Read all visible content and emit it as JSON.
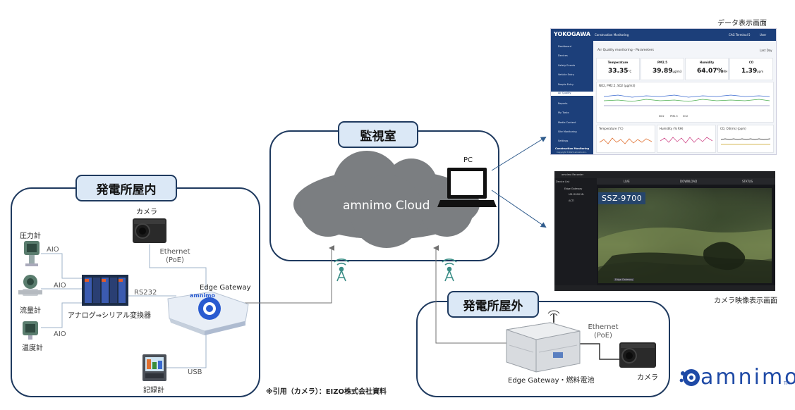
{
  "zones": {
    "plant_inside": "発電所屋内",
    "monitor_room": "監視室",
    "plant_outside": "発電所屋外"
  },
  "devices": {
    "camera_inside": "カメラ",
    "pressure_gauge": "圧力計",
    "flow_meter": "流量計",
    "thermometer": "温度計",
    "converter": "アナログ⇒シリアル変換器",
    "edge_gateway": "Edge Gateway",
    "recorder": "記録計",
    "pc": "PC",
    "cloud": "amnimo Cloud",
    "edge_gateway_fuel": "Edge Gateway・燃料電池",
    "camera_outside": "カメラ",
    "gateway_brand": "amnimo"
  },
  "links": {
    "aio_1": "AIO",
    "aio_2": "AIO",
    "aio_3": "AIO",
    "rs232": "RS232",
    "ethernet_in": "Ethernet",
    "poe_in": "(PoE)",
    "usb": "USB",
    "ethernet_out": "Ethernet",
    "poe_out": "(PoE)"
  },
  "screens": {
    "data_caption": "データ表示画面",
    "camera_caption": "カメラ映像表示画面"
  },
  "dashboard": {
    "brand": "YOKOGAWA",
    "nav_title": "Construction Monitoring",
    "nav_right": "CAG Terminal 5",
    "user": "User",
    "section_title": "Air Quality monitoring - Parameters",
    "range": "Last Day",
    "sidebar": [
      "Dashboard",
      "Devices",
      "Safety Events",
      "Vehicle Entry",
      "People Entry",
      "Air Quality",
      "Reports",
      "My Tasks",
      "Media Content",
      "Site Monitoring",
      "Settings"
    ],
    "footer_title": "Construction Monitoring",
    "footer_copy": "Copyright ©2022 amnimo Inc.",
    "cards": [
      {
        "title": "Temperature",
        "value": "33.35",
        "unit": "°C"
      },
      {
        "title": "PM2.5",
        "value": "39.89",
        "unit": "μg/m3"
      },
      {
        "title": "Humidity",
        "value": "64.07%",
        "unit": "RH"
      },
      {
        "title": "CO",
        "value": "1.39",
        "unit": "ppm"
      }
    ],
    "chart_main_title": "NO2, PM2.5, SO2 (μg/m3)",
    "legend": [
      "NO2",
      "PM2.5",
      "SO2"
    ],
    "mini_titles": [
      "Temperature (°C)",
      "Humidity (% RH)",
      "CO, O3(ms) (ppm)"
    ]
  },
  "camera_viewer": {
    "app": "amnimo Recorder",
    "device_list": "Device List",
    "tabs": [
      "LIVE",
      "DOWNLOAD",
      "STATUS"
    ],
    "gateway": "Edge Gateway",
    "cam1": "UD-G000 ML",
    "cam2": "ACTI",
    "camera_id": "SSZ-9700",
    "bottom_chip": "Edge Gateway"
  },
  "footer": {
    "credit": "※引用（カメラ）：EIZO株式会社資料"
  },
  "logo": {
    "text": "amnimo",
    "tm": "TM"
  },
  "colors": {
    "zone_border": "#1f3a5f",
    "zone_title_bg": "#dbe8f6",
    "cloud": "#7b7e81",
    "arrow": "#2f5b8c",
    "logo_blue": "#1f4aa6"
  }
}
